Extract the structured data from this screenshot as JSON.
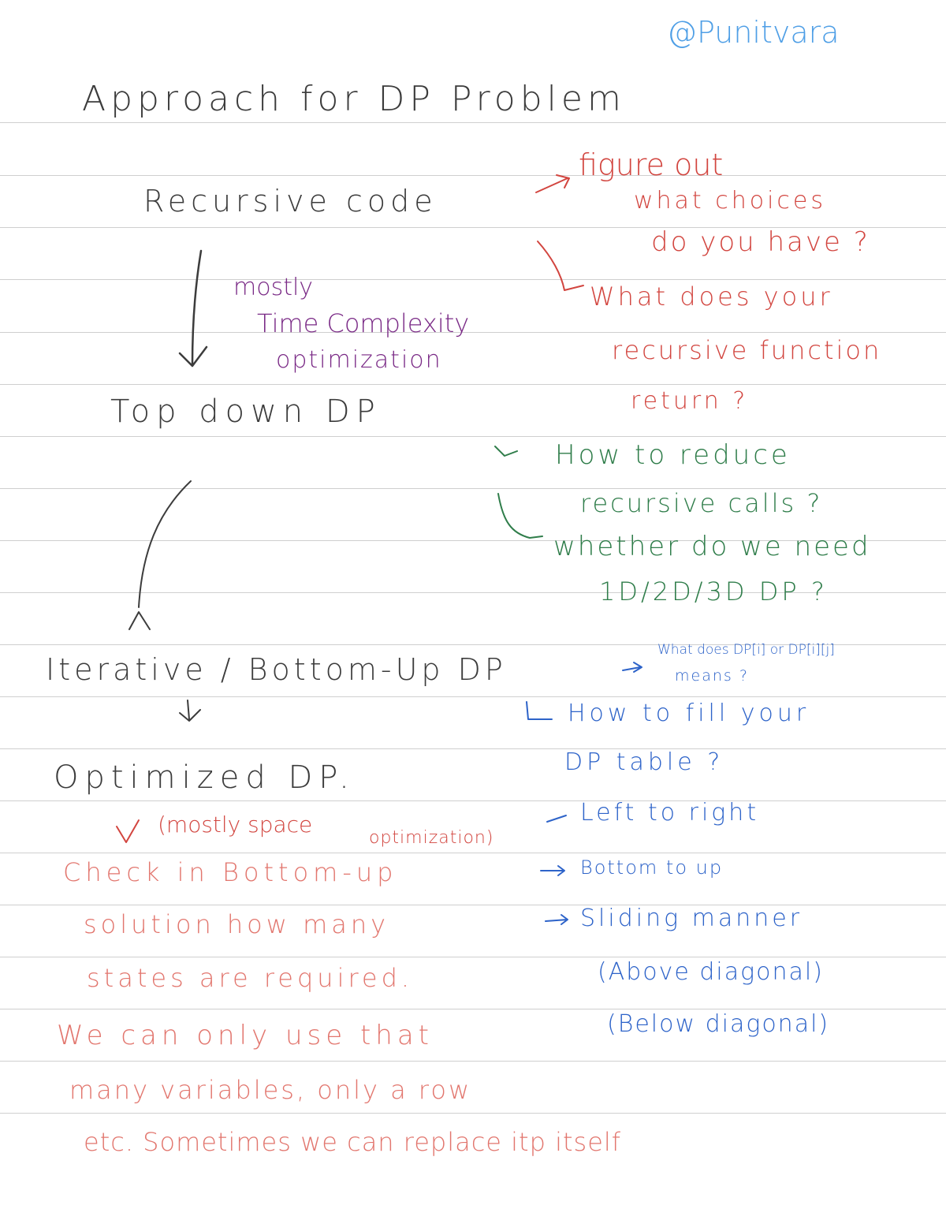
{
  "signature": "@Punitvara",
  "title": "Approach for DP Problem",
  "steps": {
    "recursive": "Recursive code",
    "top_down": "Top down DP",
    "iterative": "Iterative / Bottom-Up DP",
    "optimized": "Optimized DP."
  },
  "recursive_notes": {
    "line1": "figure out",
    "line2": "what choices",
    "line3": "do you have ?",
    "line4": "What does your",
    "line5": "recursive function",
    "line6": "return ?"
  },
  "mostly_note": {
    "line1": "mostly",
    "line2": "Time Complexity",
    "line3": "optimization"
  },
  "top_down_notes": {
    "line1": "How to reduce",
    "line2": "recursive calls ?",
    "line3": "whether do we need",
    "line4": "1D/2D/3D DP ?"
  },
  "bottom_up_notes": {
    "line1": "What does DP[i] or DP[i][j]",
    "line2": "means ?",
    "line3": "How to fill your",
    "line4": "DP table ?",
    "line5": "Left to right",
    "line6": "Bottom to up",
    "line7": "Sliding manner",
    "line8": "(Above diagonal)",
    "line9": "(Below diagonal)"
  },
  "space_note": {
    "line1": "(mostly space",
    "line2": "optimization)"
  },
  "optimized_notes": {
    "line1": "Check in Bottom-up",
    "line2": "solution how many",
    "line3": "states are required.",
    "line4": "We can only use that",
    "line5": "many variables, only a row",
    "line6": "etc. Sometimes we can replace itp itself"
  },
  "colors": {
    "ink": "#3c3c3c",
    "red": "#d2453f",
    "pink": "#e2766e",
    "green": "#2f7d4a",
    "purple": "#7a2a86",
    "blue": "#2d63c9",
    "sky": "#4f9fe6",
    "rule": "#cfcfcf"
  }
}
